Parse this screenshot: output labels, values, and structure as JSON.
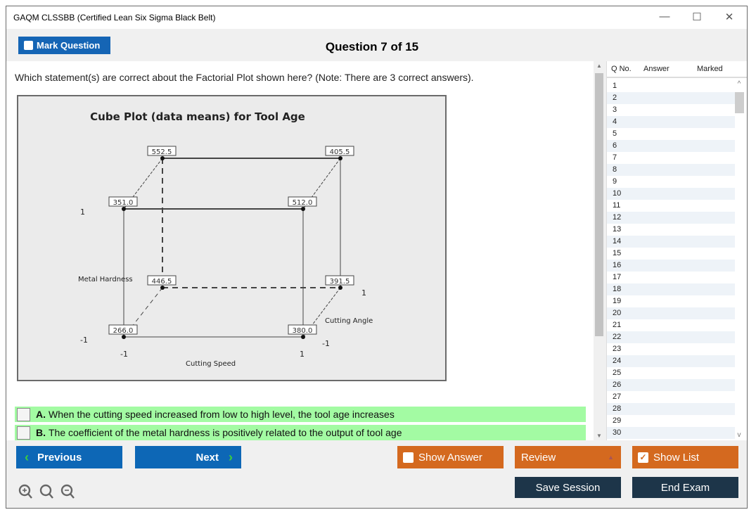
{
  "window": {
    "title": "GAQM CLSSBB (Certified Lean Six Sigma Black Belt)"
  },
  "header": {
    "mark_label": "Mark Question",
    "question_counter": "Question 7 of 15"
  },
  "question": {
    "text": "Which statement(s) are correct about the Factorial Plot shown here? (Note: There are 3 correct answers)."
  },
  "figure": {
    "title": "Cube Plot (data means) for Tool Age",
    "y_factor": "Metal Hardness",
    "x_factor": "Cutting Speed",
    "z_factor": "Cutting Angle",
    "tick_low": "-1",
    "tick_high": "1",
    "corners": {
      "fl_top": "351.0",
      "fr_top": "512.0",
      "bl_top": "552.5",
      "br_top": "405.5",
      "bl_bot": "446.5",
      "br_bot": "391.5",
      "fl_bot": "266.0",
      "fr_bot": "380.0"
    }
  },
  "options": [
    {
      "letter": "A.",
      "text": "When the cutting speed increased from low to high level, the tool age increases"
    },
    {
      "letter": "B.",
      "text": "The coefficient of the metal hardness is positively related to the output of tool age"
    }
  ],
  "qlist": {
    "headers": [
      "Q No.",
      "Answer",
      "Marked"
    ],
    "rows": [
      "1",
      "2",
      "3",
      "4",
      "5",
      "6",
      "7",
      "8",
      "9",
      "10",
      "11",
      "12",
      "13",
      "14",
      "15",
      "16",
      "17",
      "18",
      "19",
      "20",
      "21",
      "22",
      "23",
      "24",
      "25",
      "26",
      "27",
      "28",
      "29",
      "30"
    ]
  },
  "buttons": {
    "previous": "Previous",
    "next": "Next",
    "show_answer": "Show Answer",
    "review": "Review",
    "show_list": "Show List",
    "save_session": "Save Session",
    "end_exam": "End Exam"
  },
  "colors": {
    "blue": "#0d67b6",
    "orange": "#d4691f",
    "navy": "#1d3549",
    "option_bg": "#a3fba3"
  }
}
